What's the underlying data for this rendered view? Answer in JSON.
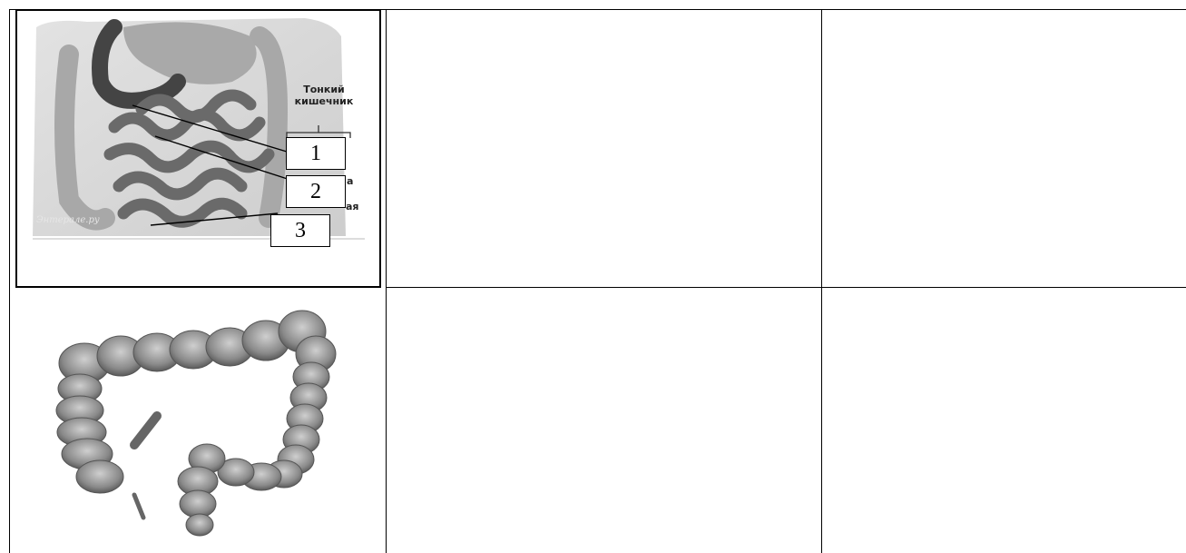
{
  "table": {
    "rows": [
      {
        "image_top": {
          "label_small_intestine": "Тонкий кишечник",
          "watermark": "Энтерале.ру",
          "partial_labels": [
            "а",
            "ая"
          ],
          "number_boxes": [
            "1",
            "2",
            "3"
          ]
        },
        "col2": "",
        "col3": ""
      },
      {
        "image_bottom": "large-intestine-illustration",
        "col2": "",
        "col3": ""
      }
    ]
  }
}
